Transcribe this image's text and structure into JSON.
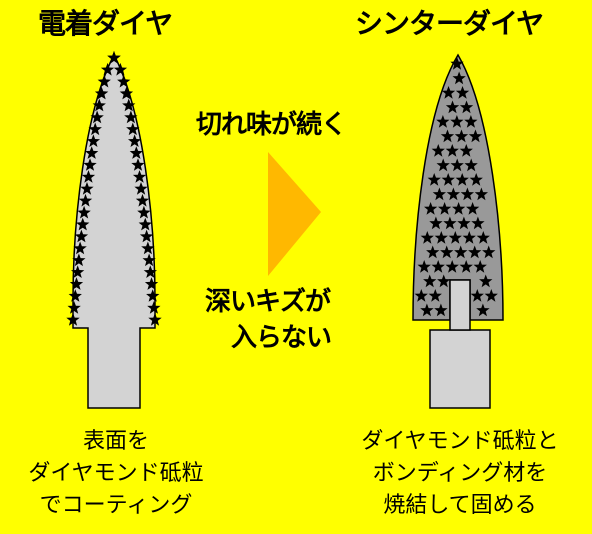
{
  "left_tool": {
    "title": "電着ダイヤ",
    "caption": [
      "表面を",
      "ダイヤモンド砥粒",
      "でコーティング"
    ]
  },
  "right_tool": {
    "title": "シンターダイヤ",
    "caption": [
      "ダイヤモンド砥粒と",
      "ボンディング材を",
      "焼結して固める"
    ]
  },
  "benefits": {
    "line1": "切れ味が続く",
    "line2a": "深いキズが",
    "line2b": "入らない"
  },
  "colors": {
    "background": "#FFFF00",
    "shank_fill": "#D3D3D3",
    "sintered_fill": "#999999",
    "arrow_fill": "#FFB800",
    "star_fill": "#000000"
  }
}
